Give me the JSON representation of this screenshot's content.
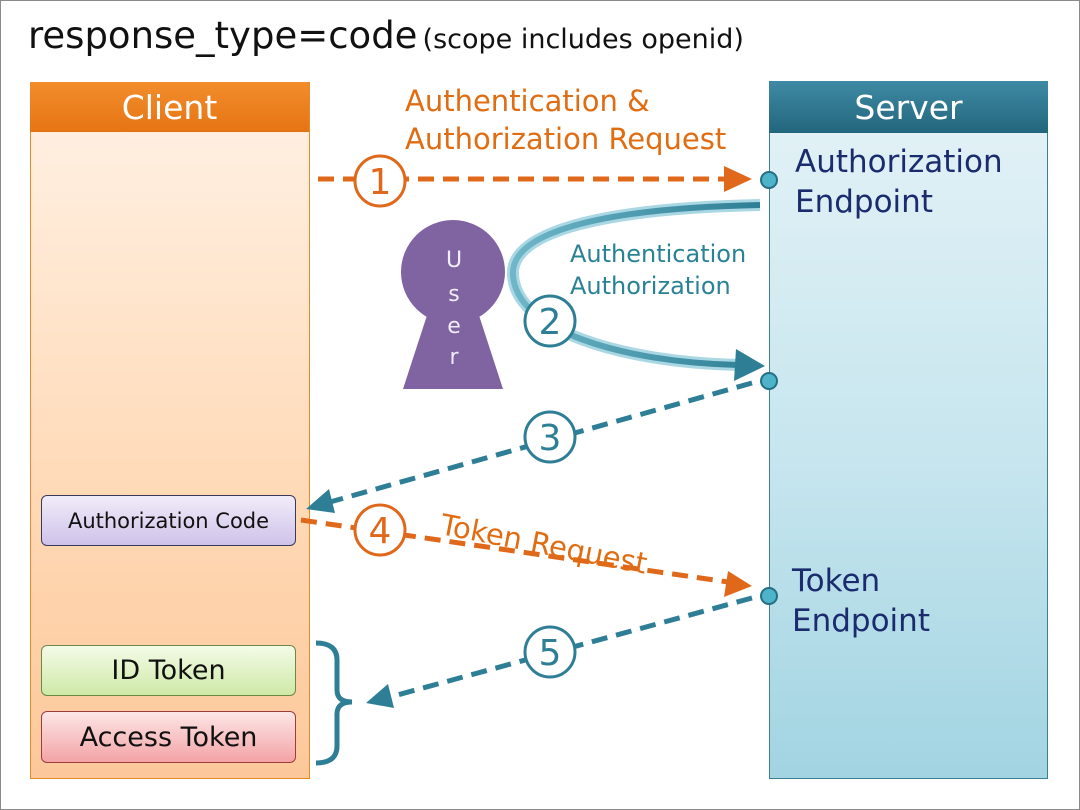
{
  "title": {
    "main": "response_type=code",
    "sub": "(scope includes openid)"
  },
  "client": {
    "header": "Client",
    "boxes": {
      "authorization_code": "Authorization Code",
      "id_token": "ID Token",
      "access_token": "Access Token"
    }
  },
  "server": {
    "header": "Server",
    "authorization_endpoint": [
      "Authorization",
      "Endpoint"
    ],
    "token_endpoint": [
      "Token",
      "Endpoint"
    ]
  },
  "user": {
    "letters": [
      "U",
      "s",
      "e",
      "r"
    ]
  },
  "flows": {
    "request_label": [
      "Authentication &",
      "Authorization Request"
    ],
    "auth_note": [
      "Authentication",
      "Authorization"
    ],
    "token_request_label": "Token Request",
    "steps": [
      "1",
      "2",
      "3",
      "4",
      "5"
    ]
  },
  "colors": {
    "client_orange": "#e67413",
    "server_teal": "#22667d",
    "request_arrow": "#e0681a",
    "response_arrow": "#2e7f95",
    "endpoint_text": "#1a2b6e",
    "user_purple": "#8064a2"
  }
}
